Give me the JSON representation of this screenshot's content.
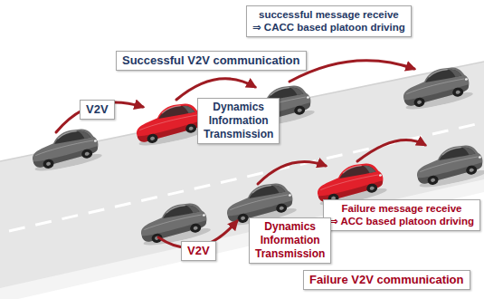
{
  "diagram": {
    "nodes": [
      {
        "text": [
          "Successful V2V communication"
        ]
      },
      {
        "text": [
          "successful message receive ⇒ CACC based platoon driving"
        ]
      },
      {
        "text": [
          "Dynamics Information Transmission"
        ]
      },
      {
        "text": [
          "V2V"
        ]
      },
      {
        "text": [
          "Failure message receive ⇒ ACC based platoon driving"
        ]
      },
      {
        "text": [
          "Dynamics Information Transmission"
        ]
      },
      {
        "text": [
          "V2V"
        ]
      },
      {
        "text": [
          "Failure V2V communication"
        ]
      }
    ]
  }
}
